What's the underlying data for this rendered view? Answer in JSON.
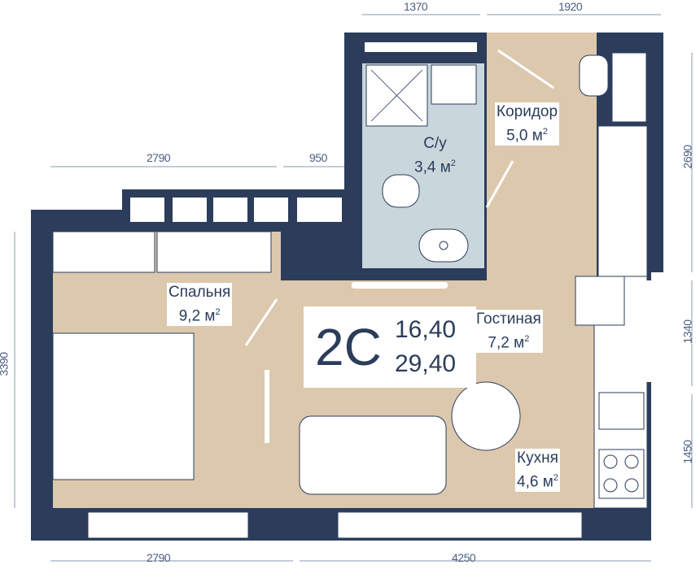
{
  "apartment": {
    "type": "2С",
    "living_area": "16,40",
    "total_area": "29,40"
  },
  "rooms": [
    {
      "name": "Коридор",
      "area": "5,0 м",
      "unit_sup": "2"
    },
    {
      "name": "С/у",
      "area": "3,4 м",
      "unit_sup": "2"
    },
    {
      "name": "Спальня",
      "area": "9,2 м",
      "unit_sup": "2"
    },
    {
      "name": "Гостиная",
      "area": "7,2 м",
      "unit_sup": "2"
    },
    {
      "name": "Кухня",
      "area": "4,6 м",
      "unit_sup": "2"
    }
  ],
  "dimensions": {
    "top": [
      "1370",
      "1920"
    ],
    "upper_left": [
      "2790",
      "950"
    ],
    "bottom": [
      "2790",
      "4250"
    ],
    "left": "3390",
    "right": [
      "2690",
      "1340",
      "1450"
    ]
  },
  "colors": {
    "wall": "#2b3d5b",
    "floor": "#dcc8ad",
    "bath": "#c9d6dc"
  }
}
